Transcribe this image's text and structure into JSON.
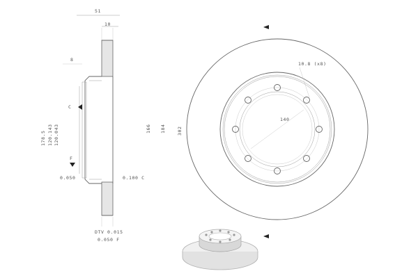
{
  "side_view": {
    "top_width": "51",
    "flange_thickness": "10",
    "hub_offset": "8",
    "datum_c": "C",
    "datum_f": "F",
    "dia_hub": "178.5",
    "dia_pilot_1": "120.143",
    "dia_pilot_2": "120.043",
    "runout_left": "0.050",
    "runout_right": "0.100 C",
    "dia_mid_1": "166",
    "dia_mid_2": "184",
    "dia_outer": "302",
    "tolerance_1": "DTV 0.015",
    "tolerance_2": "0.050 F"
  },
  "front_view": {
    "bolt_holes": "10.8 (x8)",
    "pcd": "140"
  }
}
